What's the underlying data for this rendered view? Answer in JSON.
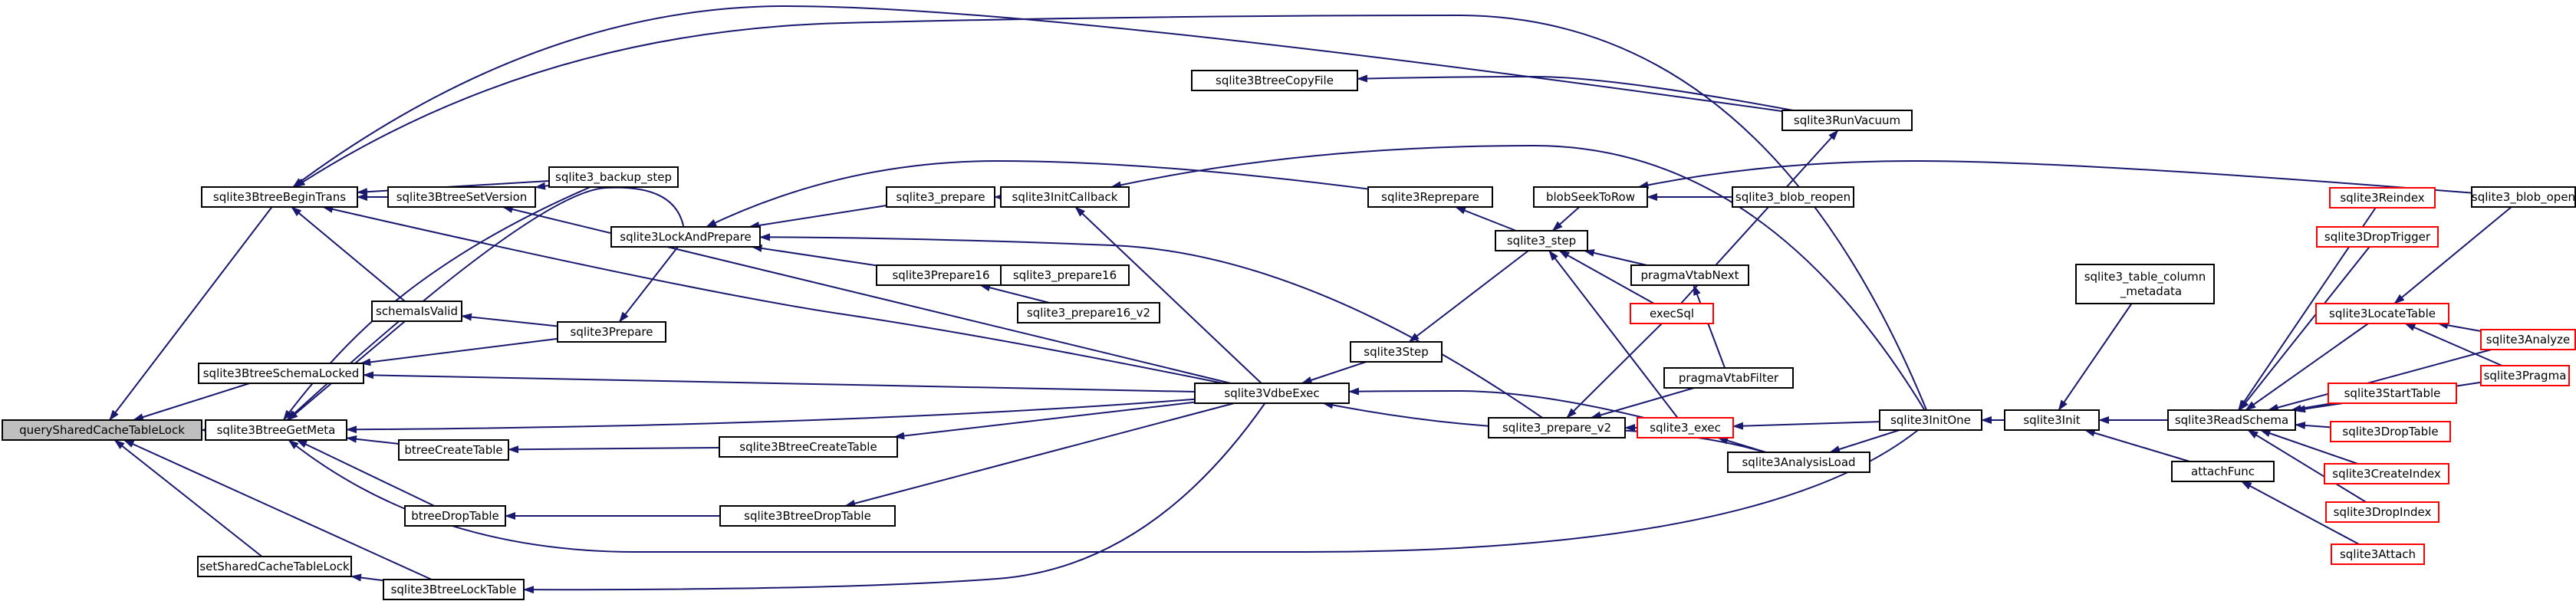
{
  "colors": {
    "edge": "#191970",
    "node_border": "#000000",
    "node_border_red": "#ff0000",
    "root_fill": "#bfbfbf"
  },
  "nodes": [
    {
      "id": "n0",
      "label": "querySharedCacheTableLock",
      "kind": "root"
    },
    {
      "id": "n1",
      "label": "sqlite3BtreeBeginTrans"
    },
    {
      "id": "n2",
      "label": "sqlite3BtreeSchemaLocked"
    },
    {
      "id": "n3",
      "label": "sqlite3BtreeGetMeta"
    },
    {
      "id": "n4",
      "label": "setSharedCacheTableLock"
    },
    {
      "id": "n5",
      "label": "sqlite3BtreeSetVersion"
    },
    {
      "id": "n6",
      "label": "schemaIsValid"
    },
    {
      "id": "n7",
      "label": "btreeCreateTable"
    },
    {
      "id": "n8",
      "label": "btreeDropTable"
    },
    {
      "id": "n9",
      "label": "sqlite3BtreeLockTable"
    },
    {
      "id": "n10",
      "label": "sqlite3_backup_step"
    },
    {
      "id": "n11",
      "label": "sqlite3Prepare"
    },
    {
      "id": "n12",
      "label": "sqlite3LockAndPrepare"
    },
    {
      "id": "n13",
      "label": "sqlite3_prepare"
    },
    {
      "id": "n14",
      "label": "sqlite3Prepare16"
    },
    {
      "id": "n15",
      "label": "sqlite3InitCallback"
    },
    {
      "id": "n16",
      "label": "sqlite3_prepare16"
    },
    {
      "id": "n17",
      "label": "sqlite3_prepare16_v2"
    },
    {
      "id": "n18",
      "label": "sqlite3BtreeCreateTable"
    },
    {
      "id": "n19",
      "label": "sqlite3BtreeDropTable"
    },
    {
      "id": "n20",
      "label": "sqlite3BtreeCopyFile"
    },
    {
      "id": "n21",
      "label": "sqlite3VdbeExec"
    },
    {
      "id": "n22",
      "label": "sqlite3Step"
    },
    {
      "id": "n23",
      "label": "sqlite3Reprepare"
    },
    {
      "id": "n24",
      "label": "sqlite3_step"
    },
    {
      "id": "n25",
      "label": "sqlite3_prepare_v2"
    },
    {
      "id": "n26",
      "label": "sqlite3RunVacuum"
    },
    {
      "id": "n27",
      "label": "blobSeekToRow"
    },
    {
      "id": "n28",
      "label": "pragmaVtabNext"
    },
    {
      "id": "n29",
      "label": "execSql",
      "kind": "red"
    },
    {
      "id": "n30",
      "label": "pragmaVtabFilter"
    },
    {
      "id": "n31",
      "label": "sqlite3_exec",
      "kind": "red"
    },
    {
      "id": "n32",
      "label": "sqlite3AnalysisLoad"
    },
    {
      "id": "n33",
      "label": "sqlite3_blob_reopen"
    },
    {
      "id": "n34",
      "label": "sqlite3InitOne"
    },
    {
      "id": "n35",
      "label": "sqlite3Init"
    },
    {
      "id": "n36",
      "label": "sqlite3_table_column\n_metadata"
    },
    {
      "id": "n37",
      "label": "attachFunc"
    },
    {
      "id": "n38",
      "label": "sqlite3ReadSchema"
    },
    {
      "id": "n39",
      "label": "sqlite3Reindex",
      "kind": "red"
    },
    {
      "id": "n40",
      "label": "sqlite3DropTrigger",
      "kind": "red"
    },
    {
      "id": "n41",
      "label": "sqlite3LocateTable",
      "kind": "red"
    },
    {
      "id": "n42",
      "label": "sqlite3StartTable",
      "kind": "red"
    },
    {
      "id": "n43",
      "label": "sqlite3DropTable",
      "kind": "red"
    },
    {
      "id": "n44",
      "label": "sqlite3CreateIndex",
      "kind": "red"
    },
    {
      "id": "n45",
      "label": "sqlite3DropIndex",
      "kind": "red"
    },
    {
      "id": "n46",
      "label": "sqlite3Attach",
      "kind": "red"
    },
    {
      "id": "n47",
      "label": "sqlite3_blob_open"
    },
    {
      "id": "n48",
      "label": "sqlite3Analyze",
      "kind": "red"
    },
    {
      "id": "n49",
      "label": "sqlite3Pragma",
      "kind": "red"
    }
  ],
  "edges": [
    [
      "n1",
      "n0"
    ],
    [
      "n2",
      "n0"
    ],
    [
      "n3",
      "n0"
    ],
    [
      "n4",
      "n0"
    ],
    [
      "n9",
      "n0"
    ],
    [
      "n5",
      "n1"
    ],
    [
      "n6",
      "n1"
    ],
    [
      "n10",
      "n1"
    ],
    [
      "n21",
      "n1"
    ],
    [
      "n26",
      "n1"
    ],
    [
      "n34",
      "n1"
    ],
    [
      "n11",
      "n2"
    ],
    [
      "n21",
      "n2"
    ],
    [
      "n6",
      "n3"
    ],
    [
      "n7",
      "n3"
    ],
    [
      "n8",
      "n3"
    ],
    [
      "n10",
      "n3"
    ],
    [
      "n12",
      "n3"
    ],
    [
      "n21",
      "n3"
    ],
    [
      "n34",
      "n3"
    ],
    [
      "n9",
      "n4"
    ],
    [
      "n10",
      "n5"
    ],
    [
      "n21",
      "n5"
    ],
    [
      "n11",
      "n6"
    ],
    [
      "n18",
      "n7"
    ],
    [
      "n19",
      "n8"
    ],
    [
      "n21",
      "n9"
    ],
    [
      "n12",
      "n11"
    ],
    [
      "n13",
      "n12"
    ],
    [
      "n14",
      "n12"
    ],
    [
      "n23",
      "n12"
    ],
    [
      "n25",
      "n12"
    ],
    [
      "n15",
      "n13"
    ],
    [
      "n16",
      "n14"
    ],
    [
      "n17",
      "n14"
    ],
    [
      "n21",
      "n15"
    ],
    [
      "n34",
      "n15"
    ],
    [
      "n21",
      "n18"
    ],
    [
      "n21",
      "n19"
    ],
    [
      "n26",
      "n20"
    ],
    [
      "n22",
      "n21"
    ],
    [
      "n31",
      "n21"
    ],
    [
      "n32",
      "n21"
    ],
    [
      "n24",
      "n22"
    ],
    [
      "n24",
      "n23"
    ],
    [
      "n27",
      "n24"
    ],
    [
      "n28",
      "n24"
    ],
    [
      "n29",
      "n24"
    ],
    [
      "n31",
      "n24"
    ],
    [
      "n29",
      "n25"
    ],
    [
      "n30",
      "n25"
    ],
    [
      "n31",
      "n25"
    ],
    [
      "n29",
      "n26"
    ],
    [
      "n33",
      "n27"
    ],
    [
      "n47",
      "n27"
    ],
    [
      "n30",
      "n28"
    ],
    [
      "n32",
      "n31"
    ],
    [
      "n34",
      "n31"
    ],
    [
      "n34",
      "n32"
    ],
    [
      "n35",
      "n34"
    ],
    [
      "n36",
      "n35"
    ],
    [
      "n37",
      "n35"
    ],
    [
      "n38",
      "n35"
    ],
    [
      "n46",
      "n37"
    ],
    [
      "n39",
      "n38"
    ],
    [
      "n40",
      "n38"
    ],
    [
      "n41",
      "n38"
    ],
    [
      "n42",
      "n38"
    ],
    [
      "n43",
      "n38"
    ],
    [
      "n44",
      "n38"
    ],
    [
      "n45",
      "n38"
    ],
    [
      "n48",
      "n38"
    ],
    [
      "n49",
      "n38"
    ],
    [
      "n47",
      "n41"
    ],
    [
      "n48",
      "n41"
    ],
    [
      "n49",
      "n41"
    ]
  ]
}
